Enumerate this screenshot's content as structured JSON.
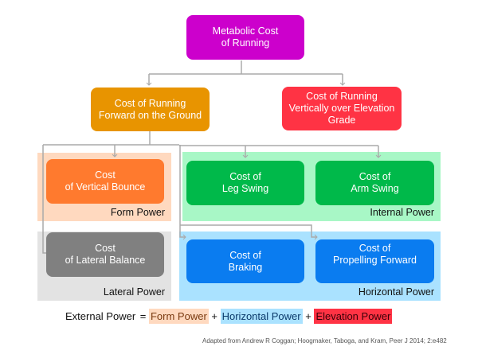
{
  "title": "Metabolic Cost of Running",
  "nodes": {
    "root": {
      "line1": "Metabolic Cost",
      "line2": "of Running",
      "color": "#cc00cc"
    },
    "forward": {
      "line1": "Cost of Running",
      "line2": "Forward on the Ground",
      "color": "#e89400"
    },
    "vertical": {
      "line1": "Cost of Running",
      "line2": "Vertically over Elevation",
      "line3": "Grade",
      "color": "#ff3344"
    },
    "bounce": {
      "line1": "Cost",
      "line2": "of Vertical Bounce",
      "color": "#ff7a2e"
    },
    "leg_swing": {
      "line1": "Cost of",
      "line2": "Leg Swing",
      "color": "#00b94a"
    },
    "arm_swing": {
      "line1": "Cost of",
      "line2": "Arm Swing",
      "color": "#00b94a"
    },
    "lateral": {
      "line1": "Cost",
      "line2": "of Lateral Balance",
      "color": "#808080"
    },
    "braking": {
      "line1": "Cost of",
      "line2": "Braking",
      "color": "#0a7cf0"
    },
    "propelling": {
      "line1": "Cost of",
      "line2": "Propelling Forward",
      "color": "#0a7cf0"
    }
  },
  "groups": {
    "form": {
      "label": "Form Power",
      "color": "#ffd9bf"
    },
    "internal": {
      "label": "Internal Power",
      "color": "#a8f7c6"
    },
    "lateral": {
      "label": "Lateral Power",
      "color": "#e3e3e3"
    },
    "horizontal": {
      "label": "Horizontal Power",
      "color": "#aae2ff"
    }
  },
  "equation": {
    "lhs": "External Power",
    "equals": " = ",
    "term1": "Form Power",
    "plus1": " + ",
    "term2": "Horizontal Power",
    "plus2": " + ",
    "term3": "Elevation Power",
    "term1_bg": "#ffd9bf",
    "term2_bg": "#aae2ff",
    "term3_bg": "#ff3344"
  },
  "credit": "Adapted from Andrew R Coggan;  Hoogmaker, Taboga, and Kram, Peer J 2014; 2:e482"
}
